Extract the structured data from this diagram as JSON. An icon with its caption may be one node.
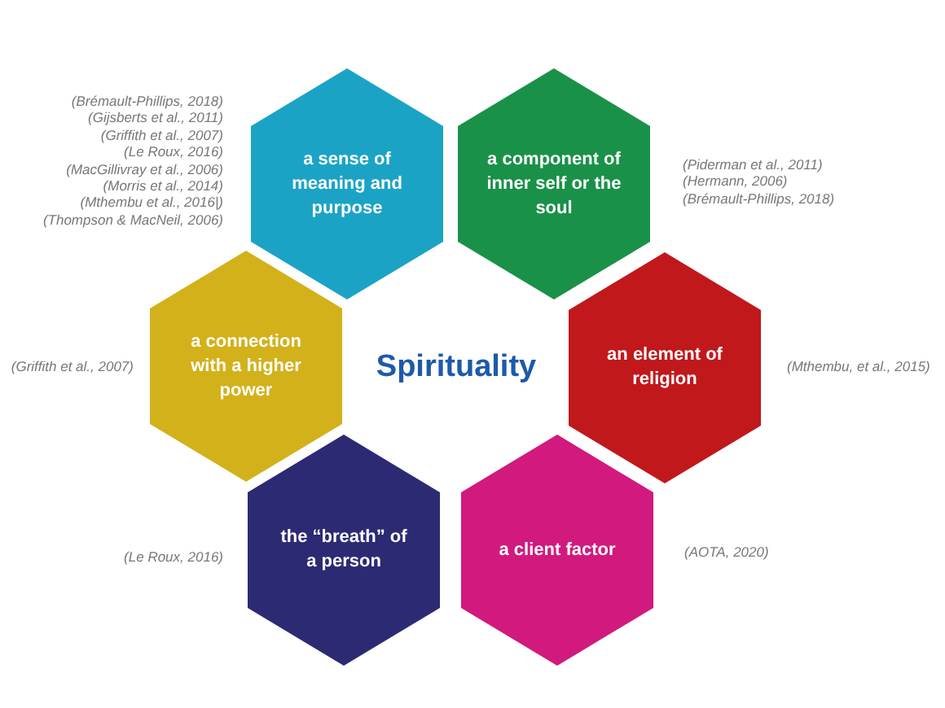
{
  "diagram": {
    "nodes": [
      {
        "text": [
          "a sense of meaning and purpose"
        ],
        "beside": [
          "(Brémault-Phillips, 2018)",
          "(Gijsberts et al., 2011)",
          "(Griffith et al., 2007)",
          "(Le Roux, 2016)",
          "(MacGillivray et al., 2006)",
          "(Morris et al., 2014)",
          "(Mthembu et al., 2016|)",
          "(Thompson & MacNeil, 2006)"
        ]
      },
      {
        "text": [
          "a component of inner self or the soul"
        ],
        "beside": [
          "(Piderman et al., 2011)",
          "(Hermann, 2006)",
          "(Brémault-Phillips, 2018)"
        ]
      },
      {
        "text": [
          "a connection with a higher power"
        ],
        "beside": [
          "(Griffith et al., 2007)"
        ]
      },
      {
        "text": [
          "an element of religion"
        ],
        "beside": [
          "(Mthembu, et al., 2015)"
        ]
      },
      {
        "text": [
          "the “breath” of a person"
        ],
        "beside": [
          "(Le Roux, 2016)"
        ]
      },
      {
        "text": [
          "a client factor"
        ],
        "beside": [
          "(AOTA, 2020)"
        ]
      }
    ],
    "labels": [
      "Spirituality"
    ]
  }
}
